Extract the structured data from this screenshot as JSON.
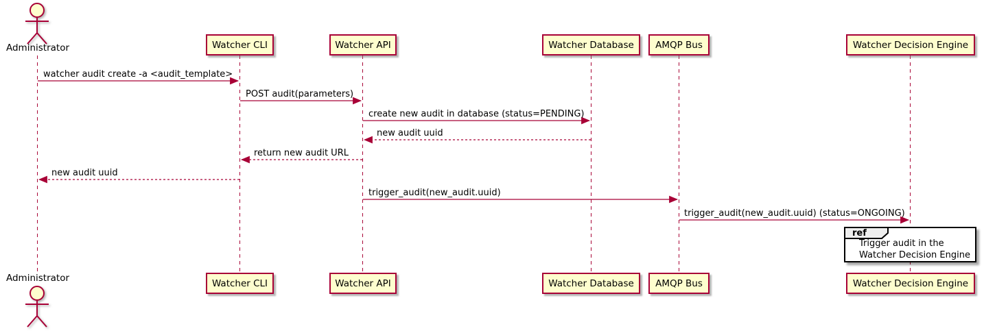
{
  "diagram": {
    "type": "uml-sequence-diagram",
    "actor": {
      "label": "Administrator"
    },
    "participants": [
      {
        "label": "Watcher CLI"
      },
      {
        "label": "Watcher API"
      },
      {
        "label": "Watcher Database"
      },
      {
        "label": "AMQP Bus"
      },
      {
        "label": "Watcher Decision Engine"
      }
    ],
    "messages": [
      {
        "from": "Administrator",
        "to": "Watcher CLI",
        "label": "watcher audit create -a <audit_template>",
        "line": "solid"
      },
      {
        "from": "Watcher CLI",
        "to": "Watcher API",
        "label": "POST audit(parameters)",
        "line": "solid"
      },
      {
        "from": "Watcher API",
        "to": "Watcher Database",
        "label": "create new audit in database (status=PENDING)",
        "line": "solid"
      },
      {
        "from": "Watcher Database",
        "to": "Watcher API",
        "label": "new audit uuid",
        "line": "dashed"
      },
      {
        "from": "Watcher API",
        "to": "Watcher CLI",
        "label": "return new audit URL",
        "line": "dashed"
      },
      {
        "from": "Watcher CLI",
        "to": "Administrator",
        "label": "new audit uuid",
        "line": "dashed"
      },
      {
        "from": "Watcher API",
        "to": "AMQP Bus",
        "label": "trigger_audit(new_audit.uuid)",
        "line": "solid"
      },
      {
        "from": "AMQP Bus",
        "to": "Watcher Decision Engine",
        "label": "trigger_audit(new_audit.uuid) (status=ONGOING)",
        "line": "solid"
      }
    ],
    "ref": {
      "keyword": "ref",
      "line1": "Trigger audit in the",
      "line2": "Watcher Decision Engine"
    },
    "colors": {
      "participant_fill": "#FEFECE",
      "stroke": "#A80036",
      "text": "#000000",
      "ref_header_fill": "#EEEEEE",
      "ref_border": "#000000",
      "background": "#FFFFFF"
    }
  }
}
